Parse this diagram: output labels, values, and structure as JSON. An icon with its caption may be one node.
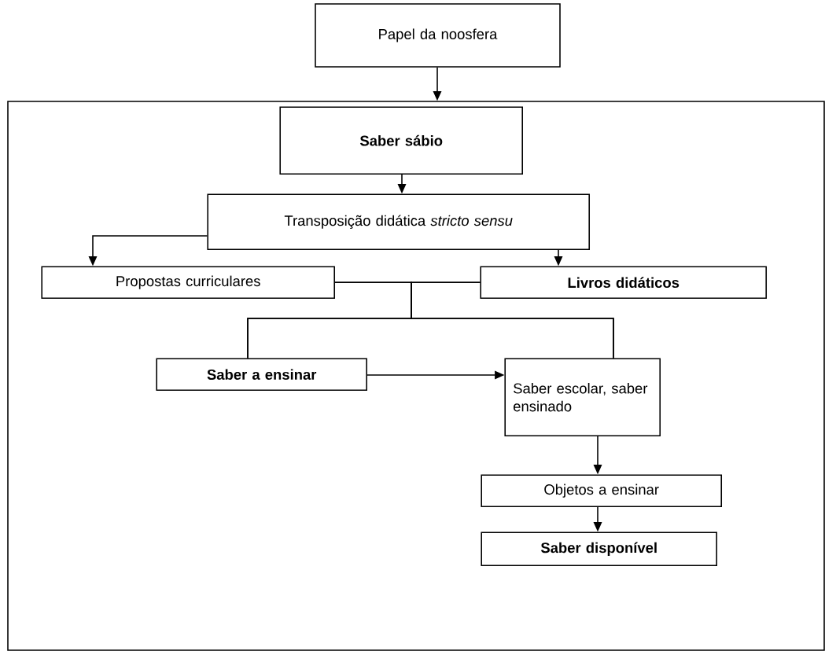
{
  "diagram": {
    "nodes": [
      {
        "text": [
          "Papel da noosfera"
        ]
      },
      {
        "text": [],
        "shape": "box"
      },
      {
        "text": [
          "Saber sábio"
        ],
        "in": 1
      },
      {
        "text": [
          "Transposição didática *stricto sensu*"
        ],
        "in": 1
      },
      {
        "text": [
          "Propostas curriculares"
        ],
        "in": 1
      },
      {
        "text": [
          "Livros didáticos"
        ],
        "in": 1
      },
      {
        "text": [
          "Saber a ensinar"
        ],
        "in": 1
      },
      {
        "text": [
          "Saber escolar, saber ensinado"
        ],
        "in": 1
      },
      {
        "text": [
          "Objetos a ensinar"
        ],
        "in": 1
      },
      {
        "text": [
          "Saber disponível"
        ],
        "in": 1
      }
    ],
    "edges": [
      {
        "from": 0,
        "to": 1,
        "arrow": "to"
      },
      {
        "from": 2,
        "to": 3,
        "arrow": "to"
      },
      {
        "from": 3,
        "to": 4,
        "arrow": "to"
      },
      {
        "from": 3,
        "to": 5,
        "arrow": "to"
      },
      {
        "from": 4,
        "to": 6,
        "arrow": "none"
      },
      {
        "from": 4,
        "to": 7,
        "arrow": "none"
      },
      {
        "from": 5,
        "to": 6,
        "arrow": "none"
      },
      {
        "from": 5,
        "to": 7,
        "arrow": "none"
      },
      {
        "from": 6,
        "to": 7,
        "arrow": "to"
      },
      {
        "from": 7,
        "to": 8,
        "arrow": "to"
      },
      {
        "from": 8,
        "to": 9,
        "arrow": "to"
      }
    ]
  }
}
